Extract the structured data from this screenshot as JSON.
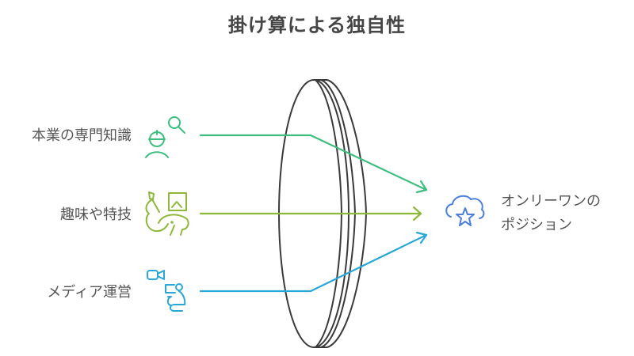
{
  "title": "掛け算による独自性",
  "inputs": [
    {
      "label": "本業の専門知識",
      "icon": "engineer-search-icon",
      "color": "#3DBE7E"
    },
    {
      "label": "趣味や特技",
      "icon": "art-hobby-icon",
      "color": "#8DB83A"
    },
    {
      "label": "メディア運営",
      "icon": "video-creator-icon",
      "color": "#29A8D8"
    }
  ],
  "lens": {
    "name": "lens",
    "stroke": "#3A3A3A"
  },
  "output": {
    "label_line1": "オンリーワンの",
    "label_line2": "ポジション",
    "icon": "cloud-star-icon",
    "color": "#4A7FDB"
  }
}
